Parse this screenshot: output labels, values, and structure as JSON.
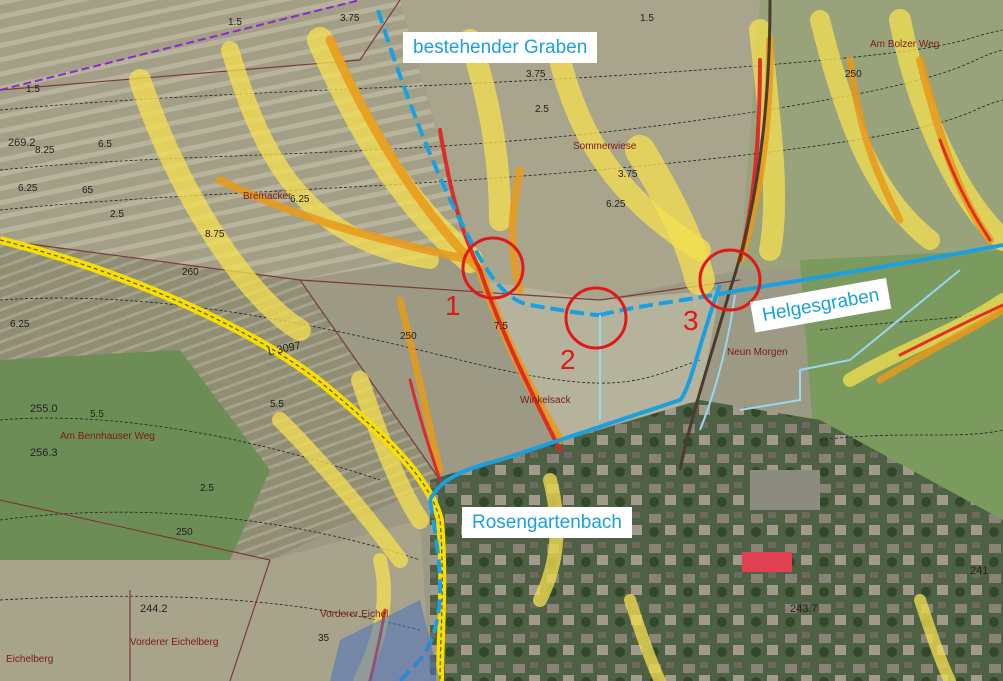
{
  "map": {
    "callouts": {
      "graben": "bestehender Graben",
      "rosengarten": "Rosengartenbach",
      "helges": "Helgesgraben"
    },
    "markers": [
      "1",
      "2",
      "3"
    ],
    "field_names": {
      "bremacker": "Bremacker",
      "sommerwiese": "Sommerwiese",
      "am_bolsaer": "Am Bolzer Weg",
      "winkelsacker": "Winkelsack",
      "neun_morgen": "Neun Morgen",
      "am_bennhauser": "Am Bennhauser Weg",
      "vorderer_eichel": "Vorderer Eichel",
      "vorderer_eichelberg": "Vorderer Eichelberg",
      "eichelberg": "Eichelberg"
    },
    "elevations": {
      "e269": "269.2",
      "e255": "255.0",
      "e256": "256.3",
      "e244": "244.2",
      "e243": "243.7",
      "e241": "241"
    },
    "contour_labels": {
      "c1": "1.5",
      "c2": "3.75",
      "c3": "6.25",
      "c4": "8.75",
      "c5": "6.25",
      "c6": "2.5",
      "c7": "3.75",
      "c8": "2.5",
      "c9": "3.75",
      "c10": "6.25",
      "c11": "7.5",
      "c12": "250",
      "c13": "5.5",
      "c14": "250",
      "c15": "1.5",
      "c16": "5.5",
      "c17": "6.25",
      "c18": "2.5",
      "c19": "250",
      "c20": "35",
      "c21": "260",
      "c22": "1.5",
      "c23": "6.5",
      "c24": "65",
      "c25": "8.25"
    },
    "road_label": "L 3097",
    "colors": {
      "callout_text": "#1aa0e0",
      "stream": "#1aa0e0",
      "marker": "#e01818",
      "flow_high": "#e02020",
      "flow_mid": "#e89a1a",
      "flow_low": "#f5e050",
      "road": "#f5e000"
    }
  }
}
